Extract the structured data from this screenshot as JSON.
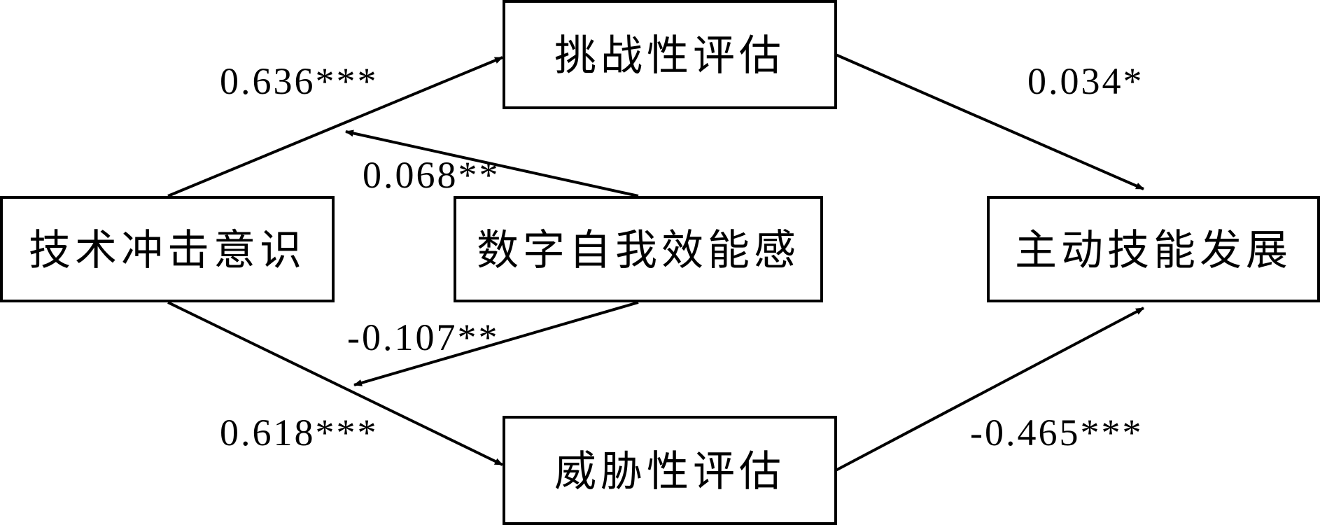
{
  "nodes": {
    "tech_shock": "技术冲击意识",
    "challenge": "挑战性评估",
    "threat": "威胁性评估",
    "self_efficacy": "数字自我效能感",
    "skill_dev": "主动技能发展"
  },
  "paths": {
    "tech_to_challenge": "0.636***",
    "tech_to_threat": "0.618***",
    "challenge_to_skill": "0.034*",
    "threat_to_skill": "-0.465***",
    "efficacy_to_challenge_path": "0.068**",
    "efficacy_to_threat_path": "-0.107**"
  }
}
